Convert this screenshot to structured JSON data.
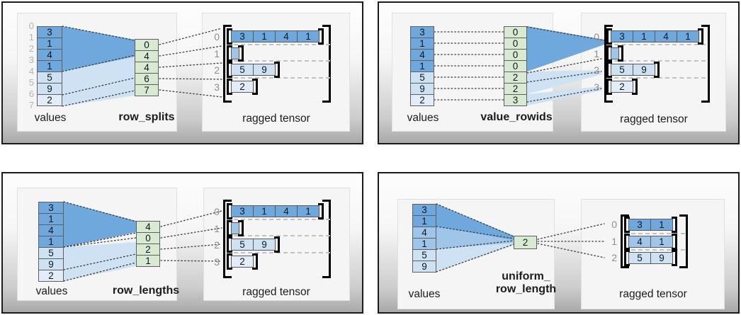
{
  "palette": {
    "cell_blue_dark": "#6fa8dc",
    "cell_blue_medium": "#9fc5e8",
    "cell_blue_light": "#cfe2f3",
    "cell_blue_pale": "#e3edf9",
    "cell_green": "#d9ead3"
  },
  "quads": [
    {
      "op": "row_splits",
      "values_label": "values",
      "tensor_label": "ragged tensor",
      "indices": [
        "0",
        "1",
        "2",
        "3",
        "4",
        "5",
        "6",
        "7"
      ],
      "values": [
        "3",
        "1",
        "4",
        "1",
        "5",
        "9",
        "2"
      ],
      "op_cells": [
        "0",
        "4",
        "4",
        "6",
        "7"
      ],
      "row_labels": [
        "0",
        "1",
        "2",
        "3"
      ],
      "rows": [
        [
          "3",
          "1",
          "4",
          "1"
        ],
        [],
        [
          "5",
          "9"
        ],
        [
          "2"
        ]
      ]
    },
    {
      "op": "value_rowids",
      "values_label": "values",
      "tensor_label": "ragged tensor",
      "values": [
        "3",
        "1",
        "4",
        "1",
        "5",
        "9",
        "2"
      ],
      "op_cells": [
        "0",
        "0",
        "0",
        "0",
        "2",
        "2",
        "3"
      ],
      "row_labels": [
        "0",
        "1",
        "2",
        "3"
      ],
      "rows": [
        [
          "3",
          "1",
          "4",
          "1"
        ],
        [],
        [
          "5",
          "9"
        ],
        [
          "2"
        ]
      ]
    },
    {
      "op": "row_lengths",
      "values_label": "values",
      "tensor_label": "ragged tensor",
      "values": [
        "3",
        "1",
        "4",
        "1",
        "5",
        "9",
        "2"
      ],
      "op_cells": [
        "4",
        "0",
        "2",
        "1"
      ],
      "row_labels": [
        "0",
        "1",
        "2",
        "3"
      ],
      "rows": [
        [
          "3",
          "1",
          "4",
          "1"
        ],
        [],
        [
          "5",
          "9"
        ],
        [
          "2"
        ]
      ]
    },
    {
      "op_line1": "uniform_",
      "op_line2": "row_length",
      "values_label": "values",
      "tensor_label": "ragged tensor",
      "values": [
        "3",
        "1",
        "4",
        "1",
        "5",
        "9"
      ],
      "op_cells": [
        "2"
      ],
      "row_labels": [
        "0",
        "1",
        "2"
      ],
      "rows": [
        [
          "3",
          "1"
        ],
        [
          "4",
          "1"
        ],
        [
          "5",
          "9"
        ]
      ]
    }
  ]
}
